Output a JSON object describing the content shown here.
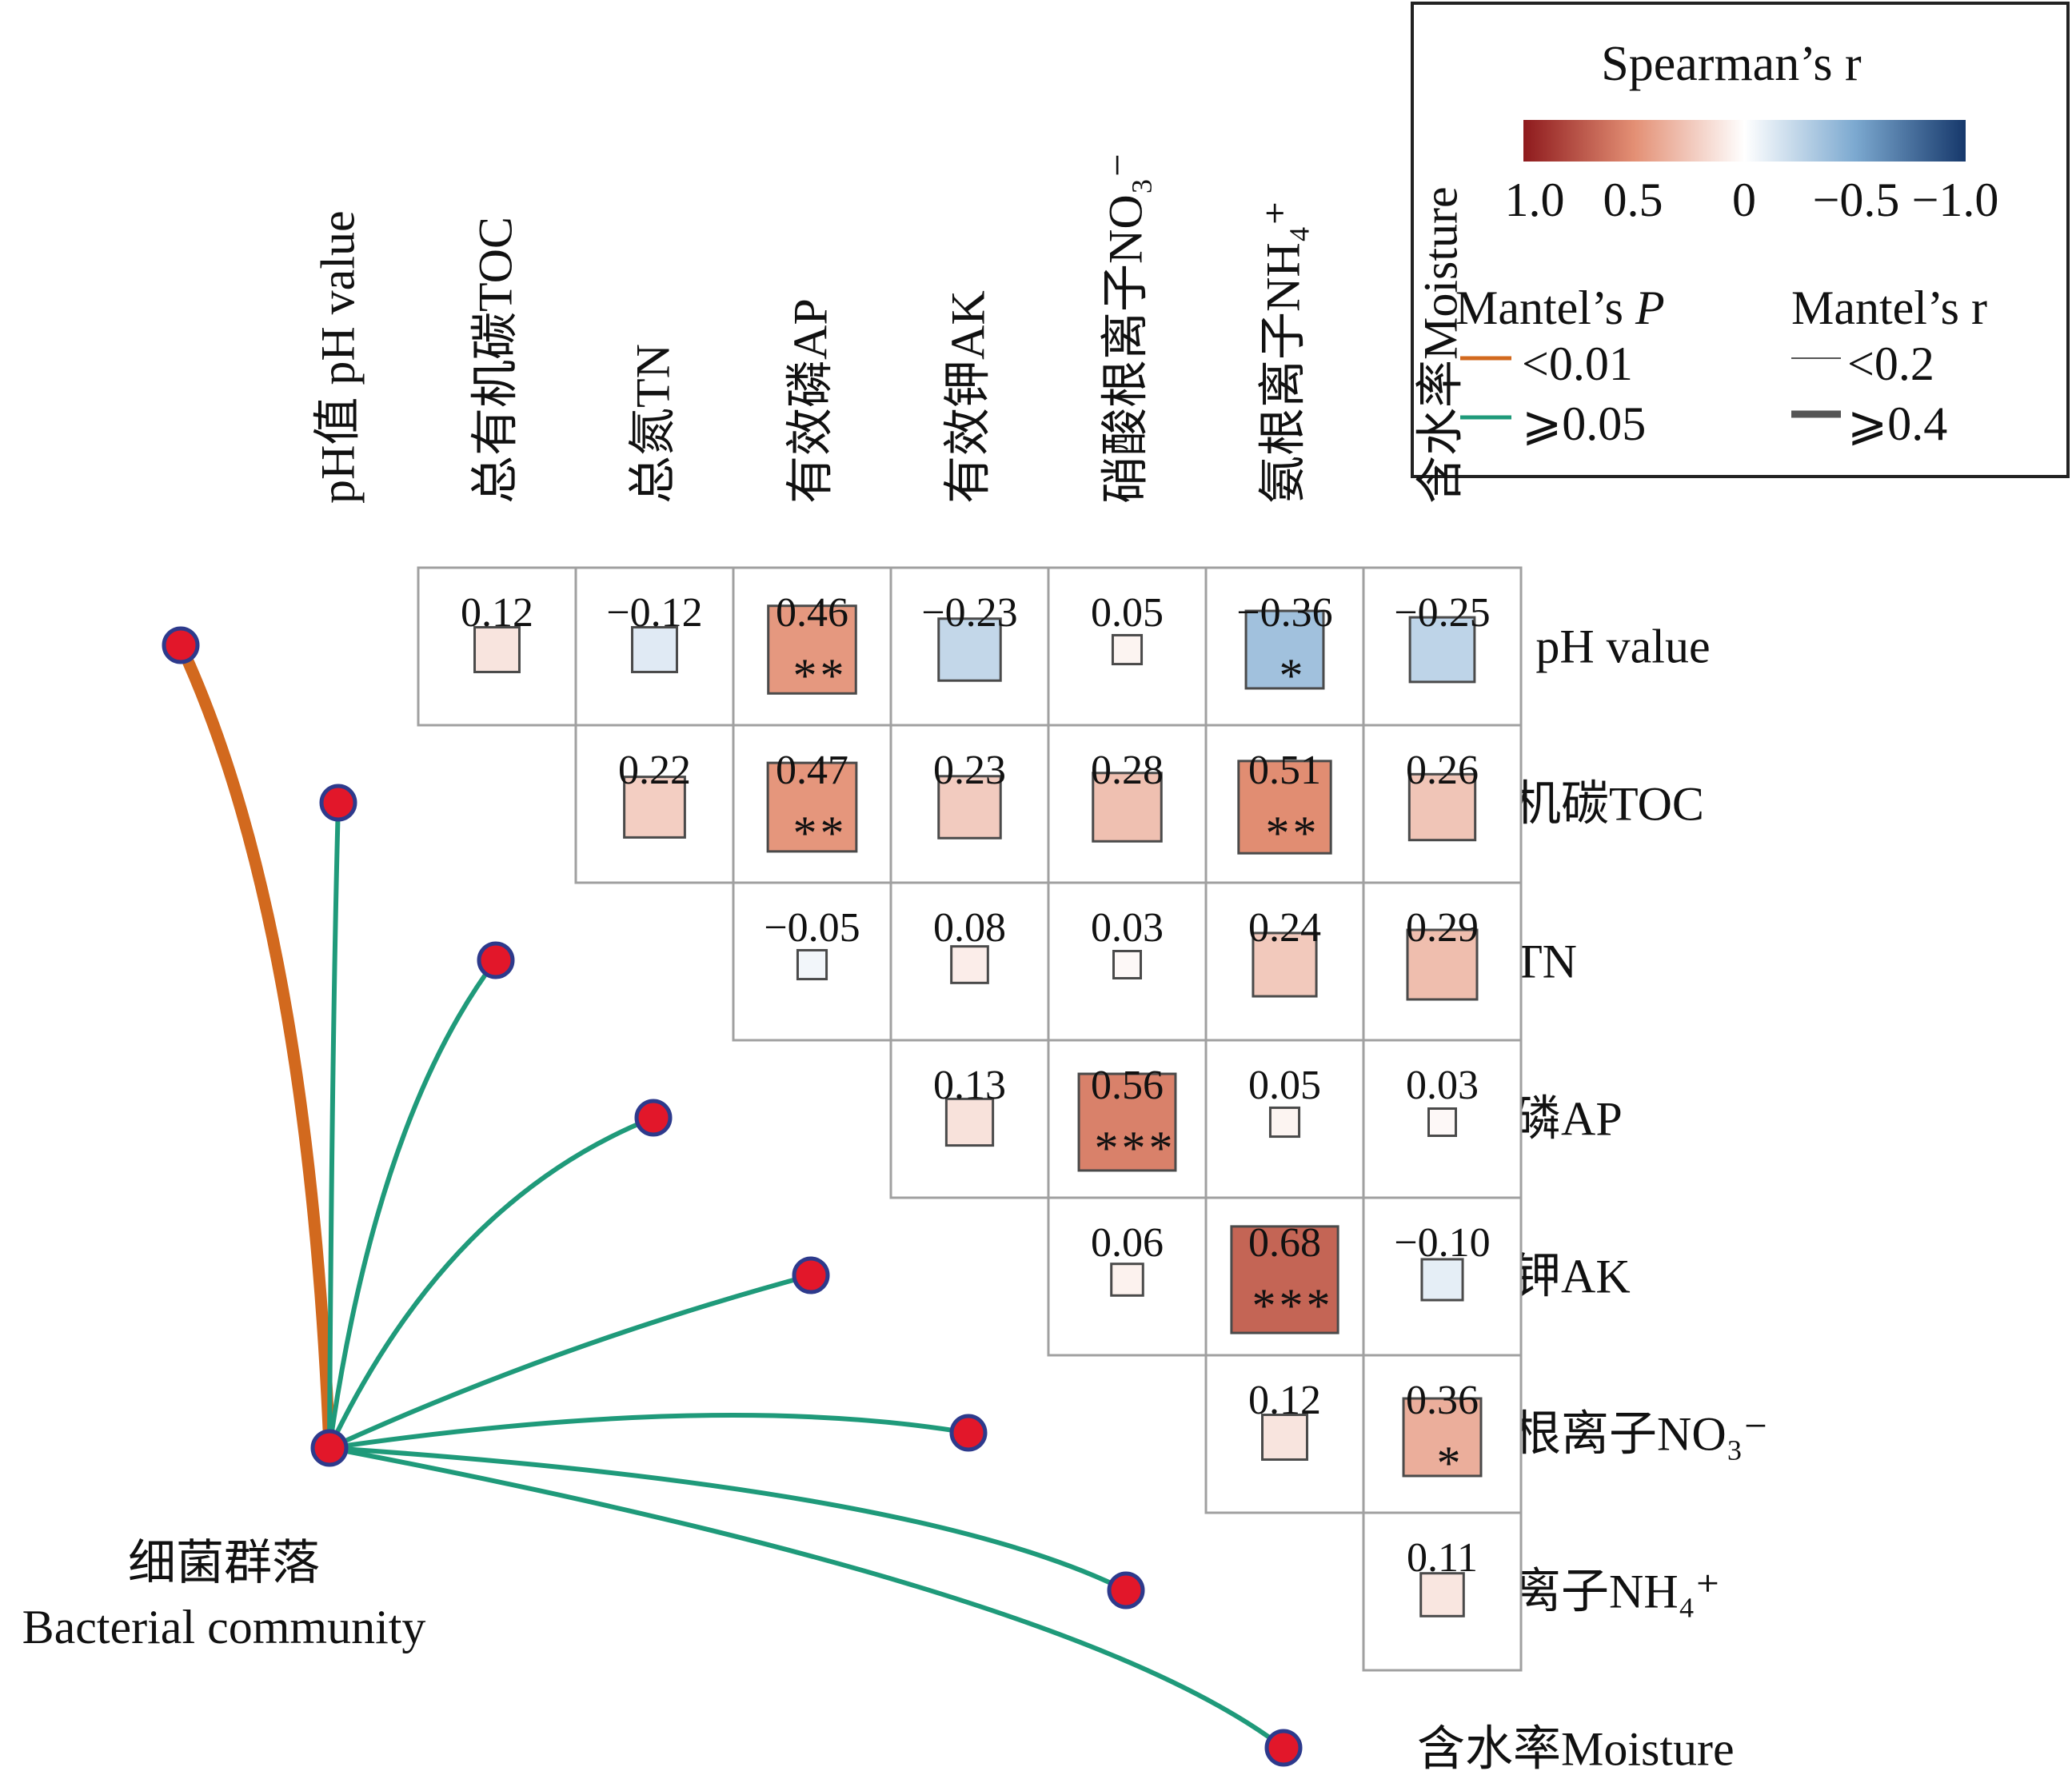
{
  "chart_data": {
    "type": "heatmap",
    "subtype": "mantel-correlation",
    "variables": [
      "pH值 pH value",
      "总有机碳TOC",
      "总氮TN",
      "有效磷AP",
      "有效钾AK",
      "硝酸根离子NO₃⁻",
      "氨根离子NH₄⁺",
      "含水率Moisture"
    ],
    "matrix": [
      {
        "row": 0,
        "col": 1,
        "value": "0.12",
        "r": 0.12,
        "sig": ""
      },
      {
        "row": 0,
        "col": 2,
        "value": "−0.12",
        "r": -0.12,
        "sig": ""
      },
      {
        "row": 0,
        "col": 3,
        "value": "0.46",
        "r": 0.46,
        "sig": "**"
      },
      {
        "row": 0,
        "col": 4,
        "value": "−0.23",
        "r": -0.23,
        "sig": ""
      },
      {
        "row": 0,
        "col": 5,
        "value": "0.05",
        "r": 0.05,
        "sig": ""
      },
      {
        "row": 0,
        "col": 6,
        "value": "−0.36",
        "r": -0.36,
        "sig": "*"
      },
      {
        "row": 0,
        "col": 7,
        "value": "−0.25",
        "r": -0.25,
        "sig": ""
      },
      {
        "row": 1,
        "col": 2,
        "value": "0.22",
        "r": 0.22,
        "sig": ""
      },
      {
        "row": 1,
        "col": 3,
        "value": "0.47",
        "r": 0.47,
        "sig": "**"
      },
      {
        "row": 1,
        "col": 4,
        "value": "0.23",
        "r": 0.23,
        "sig": ""
      },
      {
        "row": 1,
        "col": 5,
        "value": "0.28",
        "r": 0.28,
        "sig": ""
      },
      {
        "row": 1,
        "col": 6,
        "value": "0.51",
        "r": 0.51,
        "sig": "**"
      },
      {
        "row": 1,
        "col": 7,
        "value": "0.26",
        "r": 0.26,
        "sig": ""
      },
      {
        "row": 2,
        "col": 3,
        "value": "−0.05",
        "r": -0.05,
        "sig": ""
      },
      {
        "row": 2,
        "col": 4,
        "value": "0.08",
        "r": 0.08,
        "sig": ""
      },
      {
        "row": 2,
        "col": 5,
        "value": "0.03",
        "r": 0.03,
        "sig": ""
      },
      {
        "row": 2,
        "col": 6,
        "value": "0.24",
        "r": 0.24,
        "sig": ""
      },
      {
        "row": 2,
        "col": 7,
        "value": "0.29",
        "r": 0.29,
        "sig": ""
      },
      {
        "row": 3,
        "col": 4,
        "value": "0.13",
        "r": 0.13,
        "sig": ""
      },
      {
        "row": 3,
        "col": 5,
        "value": "0.56",
        "r": 0.56,
        "sig": "***"
      },
      {
        "row": 3,
        "col": 6,
        "value": "0.05",
        "r": 0.05,
        "sig": ""
      },
      {
        "row": 3,
        "col": 7,
        "value": "0.03",
        "r": 0.03,
        "sig": ""
      },
      {
        "row": 4,
        "col": 5,
        "value": "0.06",
        "r": 0.06,
        "sig": ""
      },
      {
        "row": 4,
        "col": 6,
        "value": "0.68",
        "r": 0.68,
        "sig": "***"
      },
      {
        "row": 4,
        "col": 7,
        "value": "−0.10",
        "r": -0.1,
        "sig": ""
      },
      {
        "row": 5,
        "col": 6,
        "value": "0.12",
        "r": 0.12,
        "sig": ""
      },
      {
        "row": 5,
        "col": 7,
        "value": "0.36",
        "r": 0.36,
        "sig": "*"
      },
      {
        "row": 6,
        "col": 7,
        "value": "0.11",
        "r": 0.11,
        "sig": ""
      }
    ],
    "mantel": {
      "source_label_cn": "细菌群落",
      "source_label_en": "Bacterial community",
      "links": [
        {
          "target": 0,
          "p_class": "<0.01",
          "r_class": ">=0.4"
        },
        {
          "target": 1,
          "p_class": ">=0.05",
          "r_class": "<0.2"
        },
        {
          "target": 2,
          "p_class": ">=0.05",
          "r_class": "<0.2"
        },
        {
          "target": 3,
          "p_class": ">=0.05",
          "r_class": "<0.2"
        },
        {
          "target": 4,
          "p_class": ">=0.05",
          "r_class": "<0.2"
        },
        {
          "target": 5,
          "p_class": ">=0.05",
          "r_class": "<0.2"
        },
        {
          "target": 6,
          "p_class": ">=0.05",
          "r_class": "<0.2"
        },
        {
          "target": 7,
          "p_class": ">=0.05",
          "r_class": "<0.2"
        }
      ]
    },
    "legend": {
      "title": "Spearman’s r",
      "ticks": [
        "1.0",
        "0.5",
        "0",
        "−0.5",
        "−1.0"
      ],
      "color_range": [
        1.0,
        -1.0
      ],
      "mantel_p_title": "Mantel’s",
      "mantel_p_italic": "P",
      "mantel_p_items": [
        "<0.01",
        "⩾0.05"
      ],
      "mantel_r_title": "Mantel’s r",
      "mantel_r_items": [
        "<0.2",
        "⩾0.4"
      ],
      "placement": "top-right"
    }
  },
  "colors": {
    "pos_strong": "#8e1a1d",
    "pos_mid": "#e38f74",
    "neutral": "#ffffff",
    "neg_mid": "#7ca9d0",
    "neg_strong": "#16386b",
    "mantel_p_low": "#d2691e",
    "mantel_p_high": "#1f9a7a",
    "node_fill": "#e2172a",
    "node_stroke": "#2d3a8c",
    "grid": "#a0a0a0"
  }
}
